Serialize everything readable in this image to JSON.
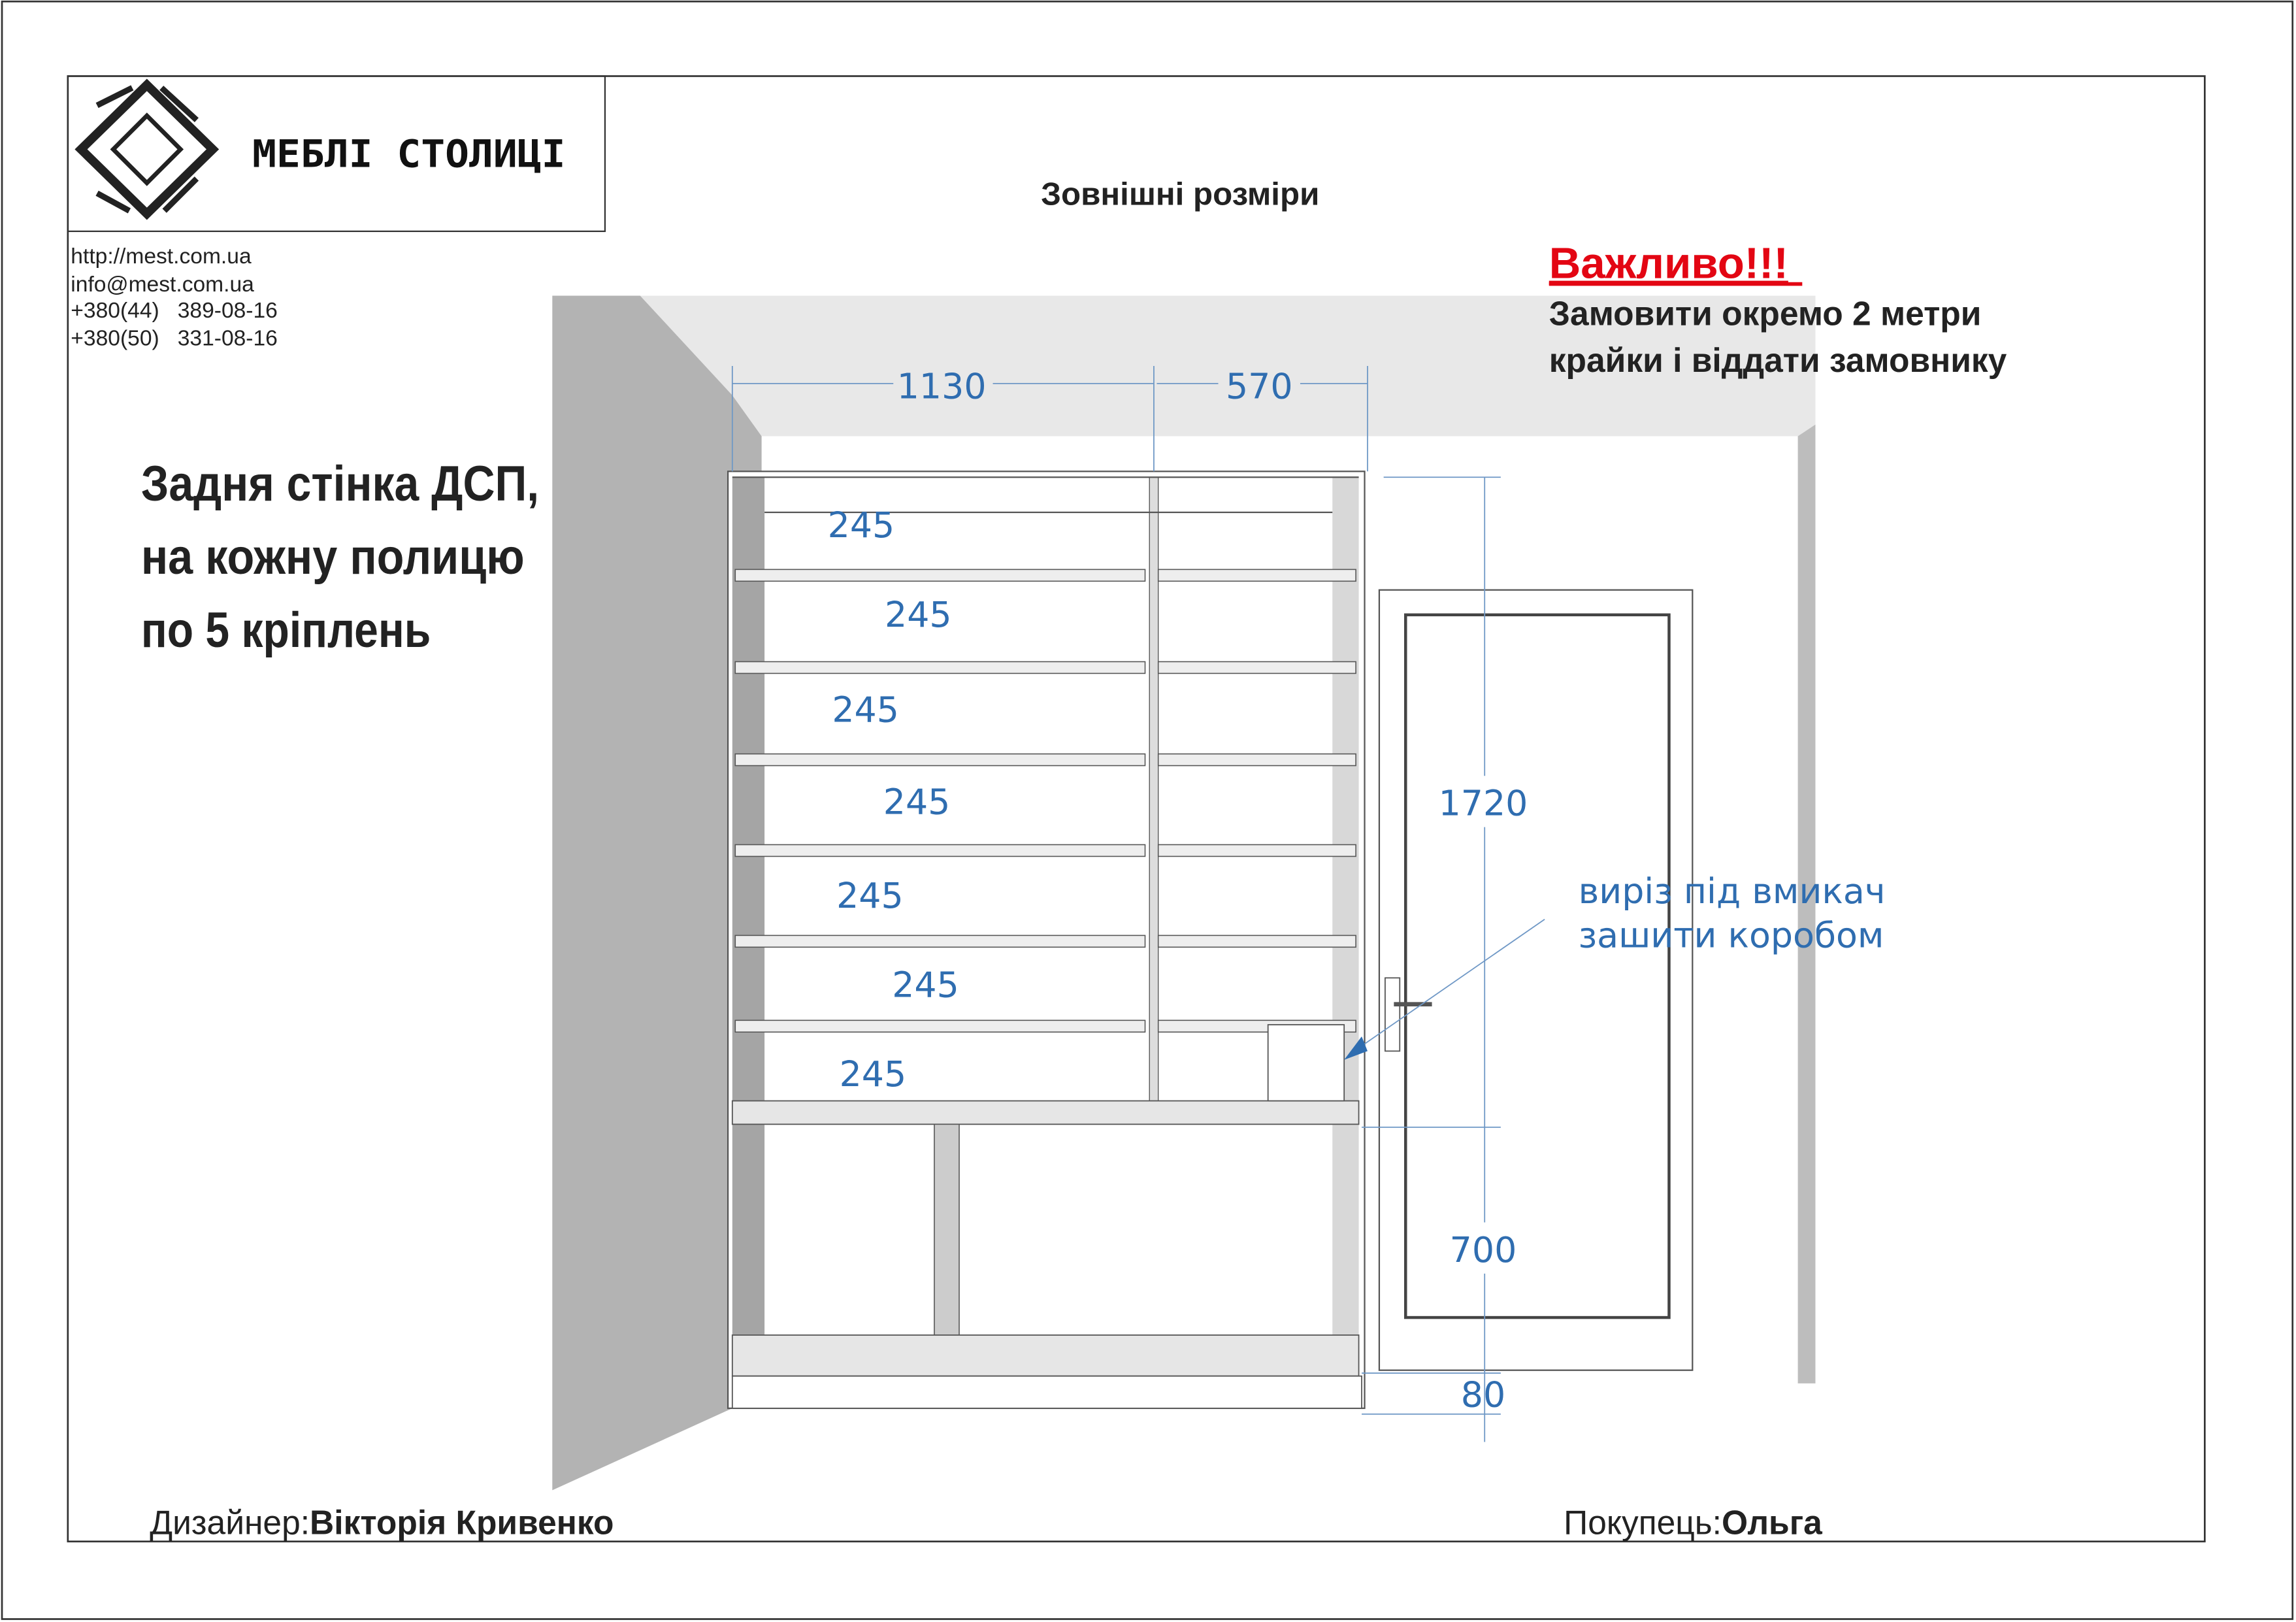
{
  "brand": {
    "name": "МЕБЛІ СТОЛИЦІ"
  },
  "contacts": [
    "http://mest.com.ua",
    "info@mest.com.ua",
    "+380(44)   389-08-16",
    "+380(50)   331-08-16"
  ],
  "title": "Зовнішні розміри",
  "note_left": [
    "Задня стінка ДСП,",
    "на кожну полицю",
    "по 5 кріплень"
  ],
  "important": {
    "heading": "Важливо!!!",
    "lines": [
      "Замовити окремо 2 метри",
      "крайки і віддати замовнику"
    ],
    "heading_color": "#e30613"
  },
  "dimensions": {
    "width_left": "1130",
    "width_right": "570",
    "shelf_gaps": [
      "245",
      "245",
      "245",
      "245",
      "245",
      "245",
      "245"
    ],
    "upper_height": "1720",
    "lower_height": "700",
    "plinth": "80",
    "color": "#2f6db0"
  },
  "annotation": [
    "виріз під вмикач",
    "зашити коробом"
  ],
  "footer": {
    "designer_label": "Дизайнер:",
    "designer_name": "Вікторія Кривенко",
    "customer_label": "Покупець:",
    "customer_name": "Ольга"
  }
}
